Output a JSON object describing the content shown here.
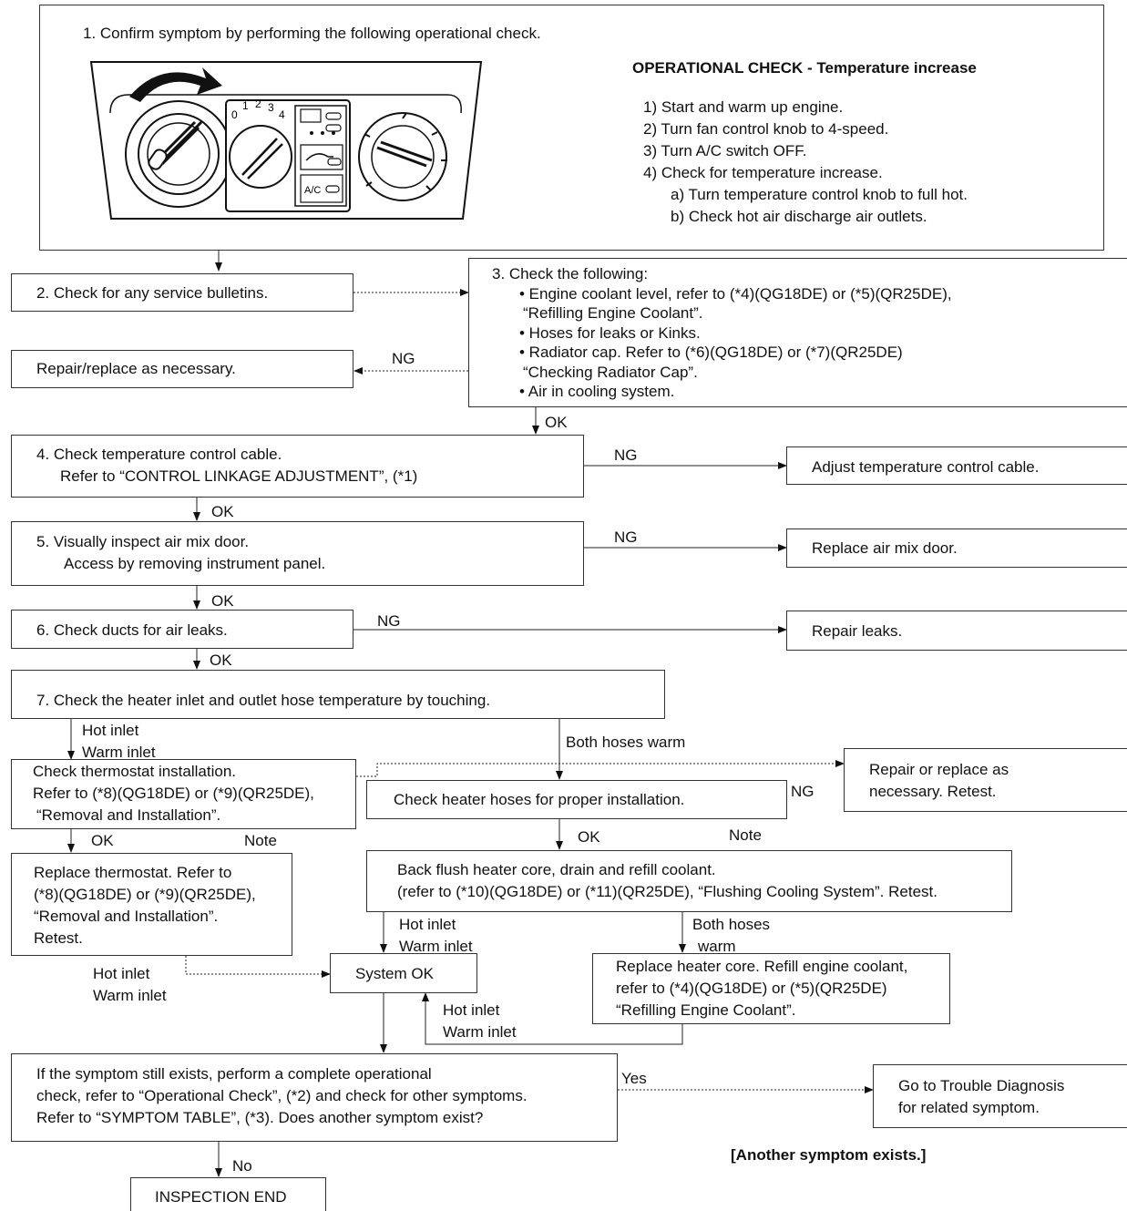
{
  "step1": {
    "title": "1.  Confirm symptom by performing the following operational check.",
    "check_title": "OPERATIONAL CHECK - Temperature increase",
    "items": [
      "1)  Start and warm up engine.",
      "2)  Turn fan control knob to 4-speed.",
      "3)  Turn A/C switch OFF.",
      "4)  Check for temperature increase."
    ],
    "subitems": [
      "a)  Turn temperature control knob to full hot.",
      "b)  Check hot air discharge air outlets."
    ],
    "panel": {
      "fan_speeds": [
        "0",
        "1",
        "2",
        "3",
        "4"
      ],
      "ac_label": "A/C"
    }
  },
  "step2": {
    "text": "2.  Check for any service bulletins."
  },
  "step3": {
    "lines": [
      "3.  Check the following:",
      "• Engine coolant level, refer to (*4)(QG18DE) or (*5)(QR25DE),",
      "  “Refilling Engine Coolant”.",
      "• Hoses for leaks or Kinks.",
      "• Radiator cap.  Refer to (*6)(QG18DE) or (*7)(QR25DE)",
      "  “Checking Radiator Cap”.",
      "• Air in cooling system."
    ]
  },
  "repair_necessary": {
    "text": "Repair/replace as necessary."
  },
  "step4": {
    "lines": [
      "4.  Check temperature control cable.",
      "Refer to “CONTROL LINKAGE ADJUSTMENT”,  (*1)"
    ]
  },
  "adjust_cable": {
    "text": "Adjust temperature control cable."
  },
  "step5": {
    "lines": [
      "5.  Visually inspect air mix door.",
      "Access by removing instrument panel."
    ]
  },
  "replace_door": {
    "text": "Replace air mix door."
  },
  "step6": {
    "text": "6.  Check ducts for air leaks."
  },
  "repair_leaks": {
    "text": "Repair leaks."
  },
  "step7": {
    "text": "7.  Check the heater inlet and outlet hose temperature by touching."
  },
  "thermostat_check": {
    "lines": [
      "Check thermostat installation.",
      "Refer to (*8)(QG18DE) or (*9)(QR25DE),",
      "“Removal and Installation”."
    ]
  },
  "heater_hoses": {
    "text": "Check heater hoses for proper installation."
  },
  "repair_retest": {
    "lines": [
      "Repair or replace as",
      "necessary.  Retest."
    ]
  },
  "replace_thermostat": {
    "lines": [
      "Replace thermostat.  Refer to",
      "(*8)(QG18DE) or (*9)(QR25DE),",
      "“Removal and Installation”.",
      "Retest."
    ]
  },
  "back_flush": {
    "lines": [
      "Back flush heater core, drain and refill coolant.",
      "(refer to  (*10)(QG18DE) or (*11)(QR25DE), “Flushing Cooling System”.  Retest."
    ]
  },
  "system_ok": {
    "text": "System OK"
  },
  "replace_core": {
    "lines": [
      "Replace heater core.  Refill engine coolant,",
      "refer to  (*4)(QG18DE) or  (*5)(QR25DE)",
      "“Refilling Engine Coolant”."
    ]
  },
  "symptom_check": {
    "lines": [
      "If the symptom still exists, perform a complete operational",
      "check, refer to “Operational Check”, (*2)  and check for other symptoms.",
      "Refer to “SYMPTOM TABLE”, (*3).  Does another symptom exist?"
    ]
  },
  "trouble_diag": {
    "lines": [
      "Go to Trouble Diagnosis",
      "for related symptom."
    ]
  },
  "another_symptom": {
    "text": "[Another symptom exists.]"
  },
  "inspection_end": {
    "text": "INSPECTION END"
  },
  "labels": {
    "ng": "NG",
    "ok": "OK",
    "yes": "Yes",
    "no": "No",
    "note": "Note",
    "hot_inlet": "Hot inlet",
    "warm_inlet": "Warm inlet",
    "both_hoses_warm": "Both hoses warm",
    "both_hoses": "Both hoses",
    "warm": "warm"
  }
}
